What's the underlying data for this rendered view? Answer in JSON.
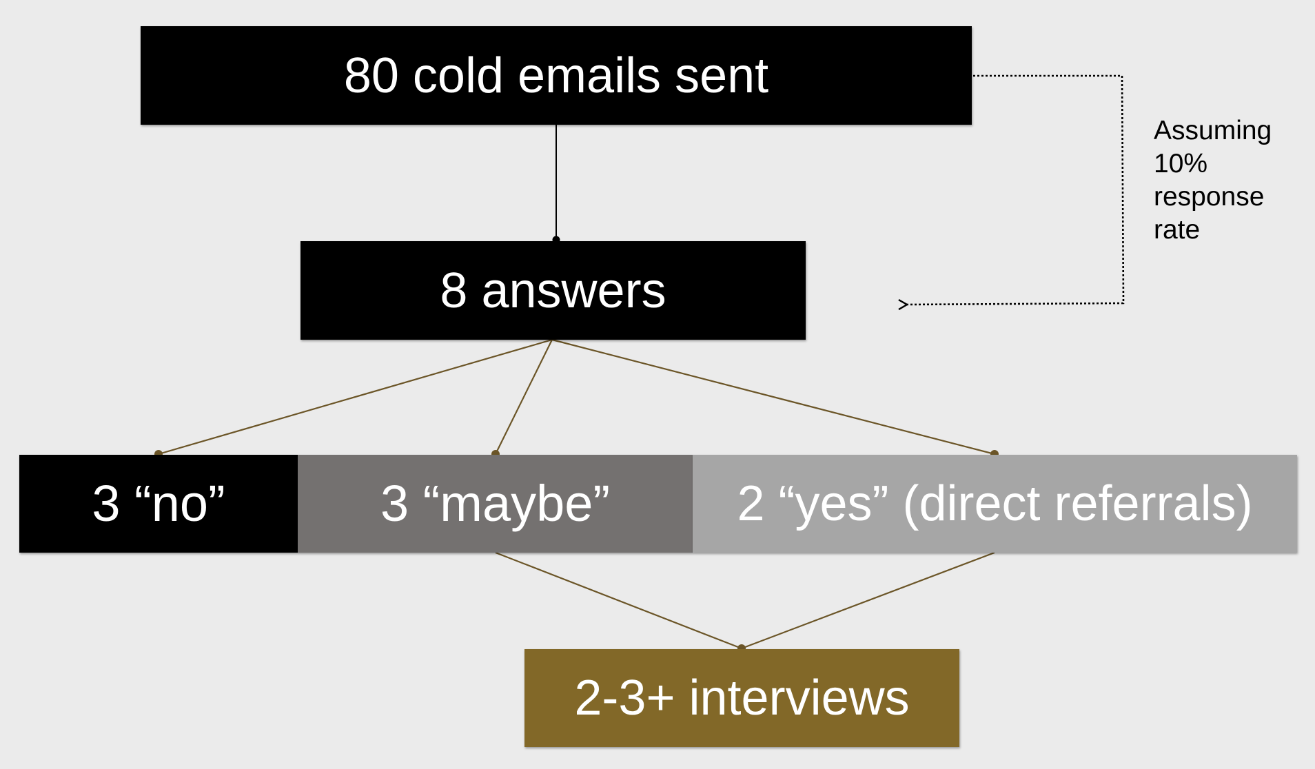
{
  "nodes": {
    "emails_sent": {
      "label": "80 cold emails sent",
      "color": "#000000"
    },
    "answers": {
      "label": "8 answers",
      "color": "#000000"
    },
    "no": {
      "label": "3 “no”",
      "color": "#000000"
    },
    "maybe": {
      "label": "3 “maybe”",
      "color": "#747170"
    },
    "yes": {
      "label": "2 “yes” (direct referrals)",
      "color": "#a6a6a6"
    },
    "interviews": {
      "label": "2-3+ interviews",
      "color": "#826828"
    }
  },
  "annotation": {
    "text": "Assuming 10% response rate"
  },
  "colors": {
    "background": "#ebebeb",
    "connector_brown": "#6b5527",
    "connector_black": "#000000",
    "text_on_box": "#ffffff"
  }
}
